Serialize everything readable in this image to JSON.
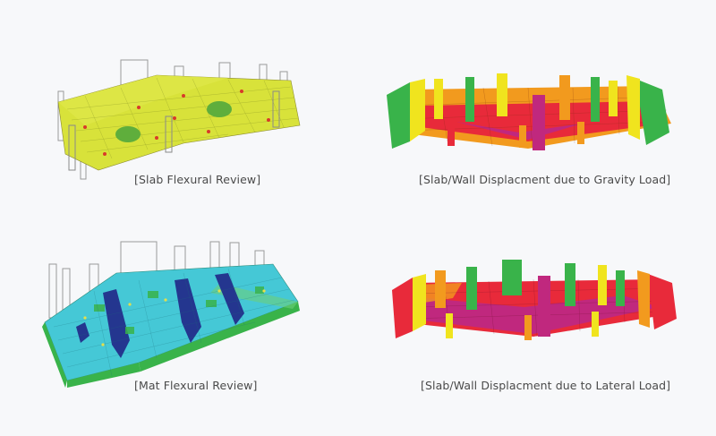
{
  "panels": [
    {
      "caption": "[Slab Flexural Review]",
      "image": "slab-flexural-model"
    },
    {
      "caption": "[Slab/Wall Displacment due to Gravity Load]",
      "image": "gravity-displacement-model"
    },
    {
      "caption": "[Mat Flexural Review]",
      "image": "mat-flexural-model"
    },
    {
      "caption": "[Slab/Wall Displacment due to Lateral Load]",
      "image": "lateral-displacement-model"
    }
  ],
  "colors": {
    "background": "#f7f8fa",
    "caption_text": "#4a4a4a",
    "slab_yellow": "#d8e23a",
    "slab_green": "#5fae3c",
    "mat_cyan": "#45c8d6",
    "mat_navy": "#24368f",
    "disp_red": "#e82a3a",
    "disp_magenta": "#c0287e",
    "disp_orange": "#f29a1e",
    "disp_yellow": "#f0e41e",
    "disp_green": "#39b34a"
  }
}
